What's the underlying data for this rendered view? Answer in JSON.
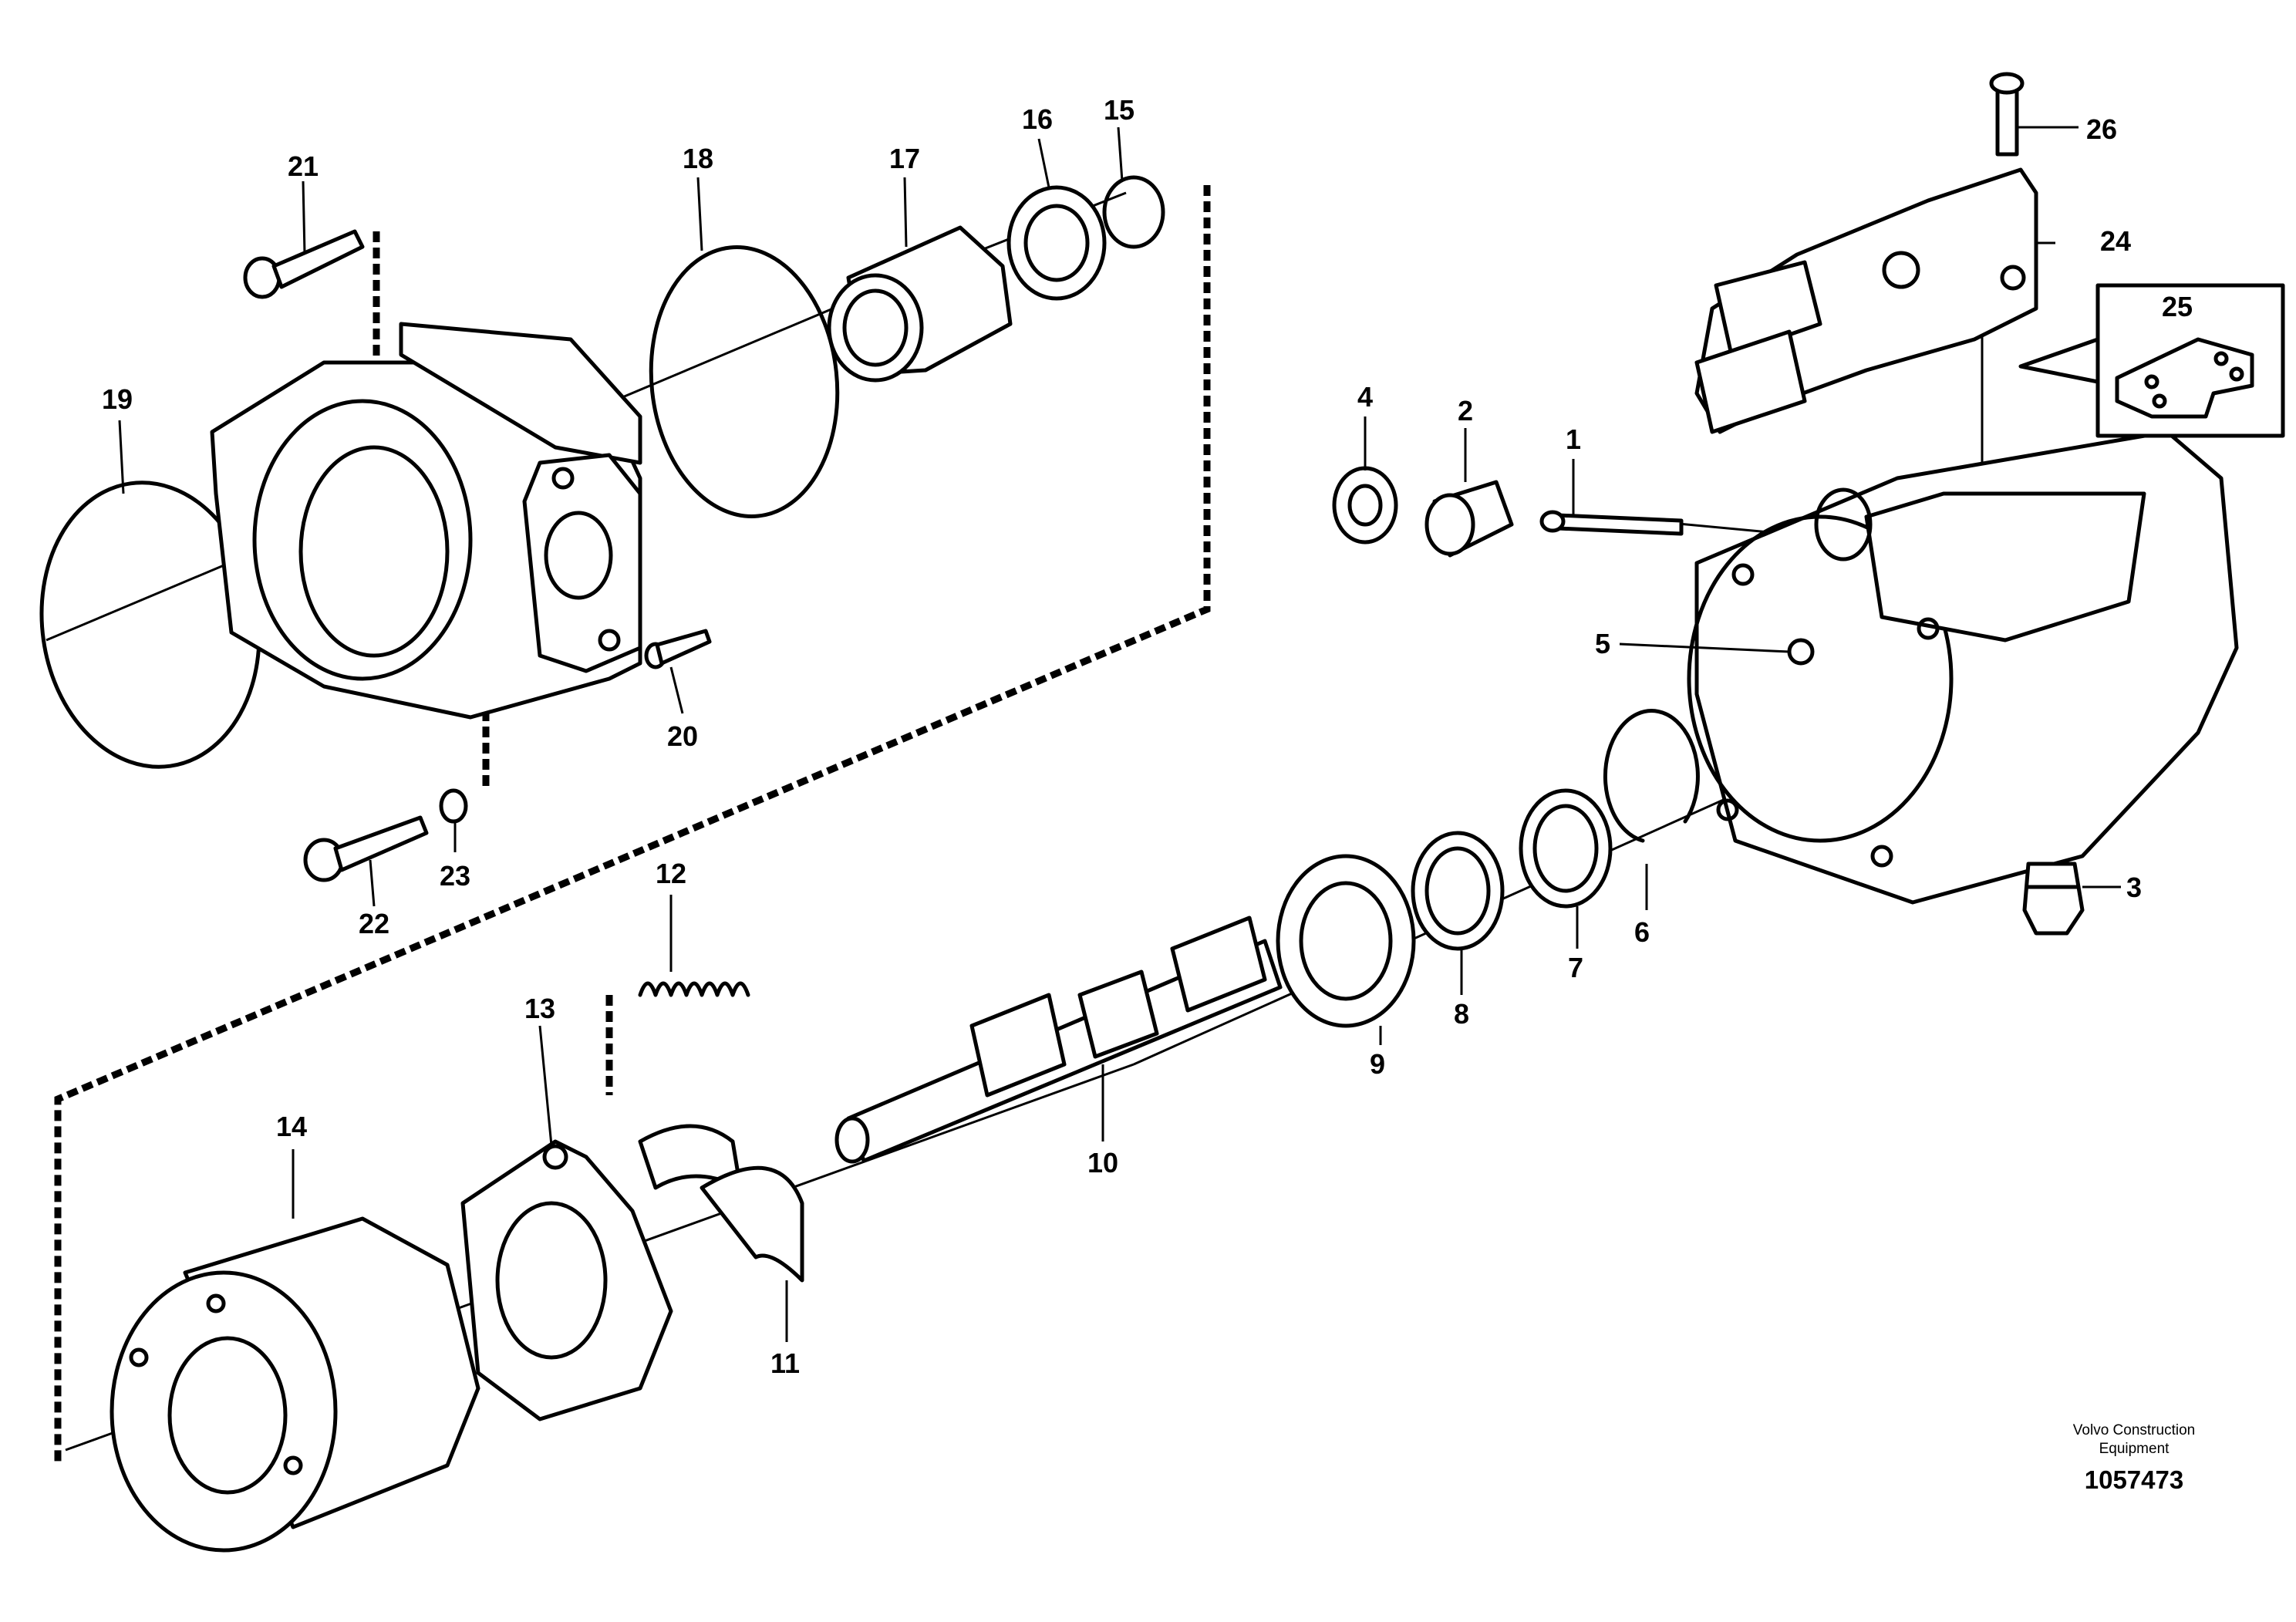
{
  "callouts": [
    "1",
    "2",
    "3",
    "4",
    "5",
    "6",
    "7",
    "8",
    "9",
    "10",
    "11",
    "12",
    "13",
    "14",
    "15",
    "16",
    "17",
    "18",
    "19",
    "20",
    "21",
    "22",
    "23",
    "24",
    "25",
    "26"
  ],
  "footer": {
    "brand_line1": "Volvo Construction",
    "brand_line2": "Equipment",
    "drawing_number": "1057473"
  }
}
